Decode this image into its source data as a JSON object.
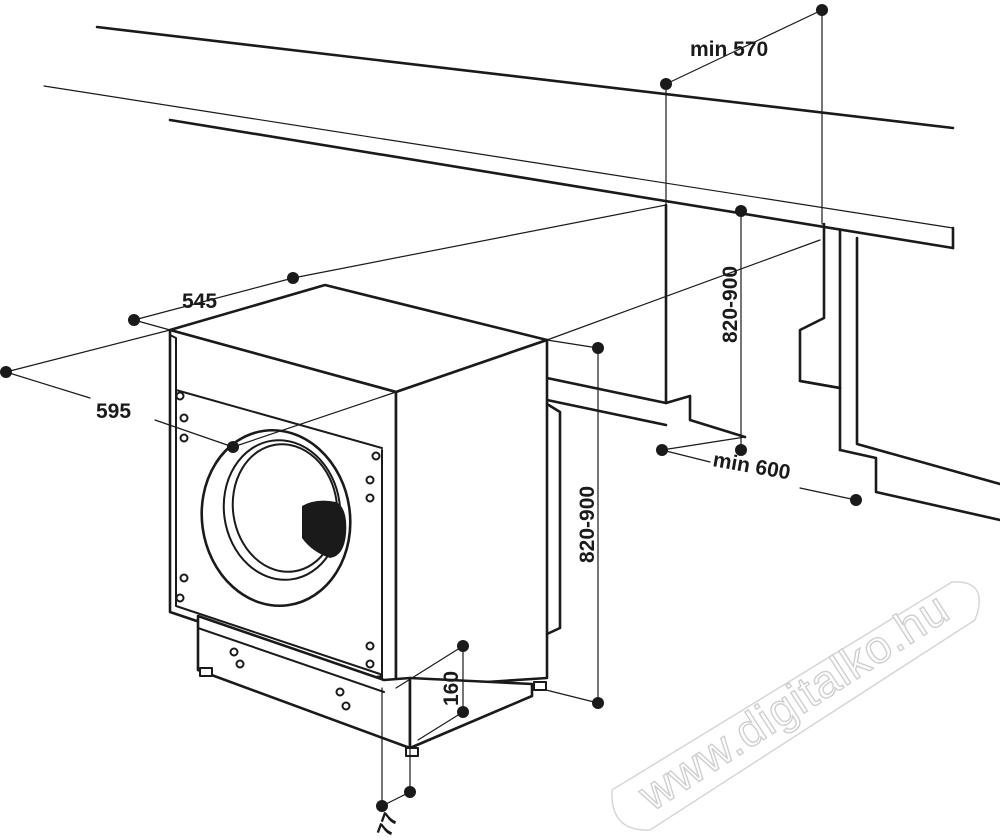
{
  "dimensions": {
    "min_570": "min 570",
    "w_545": "545",
    "w_595": "595",
    "h_820_900_wall": "820-900",
    "h_820_900_front": "820-900",
    "min_600": "min 600",
    "h_160": "160",
    "d_77": "77"
  },
  "watermark": "www.digitalko.hu"
}
